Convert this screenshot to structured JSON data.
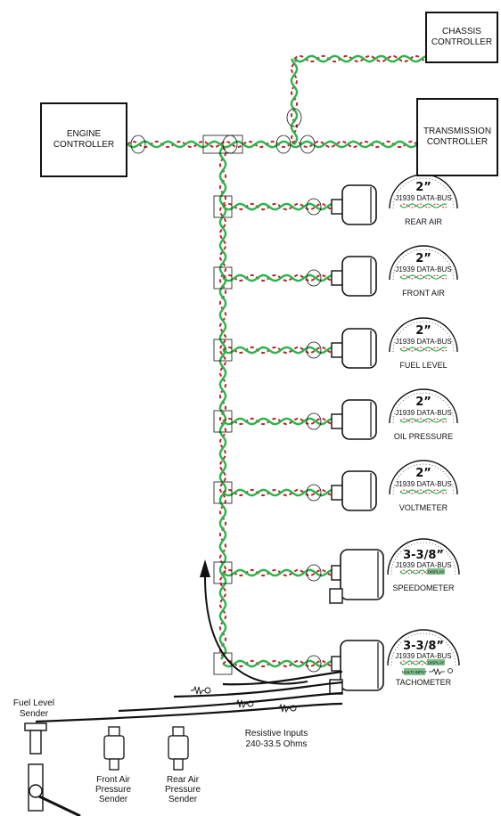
{
  "controllers": {
    "chassis": [
      "CHASSIS",
      "CONTROLLER"
    ],
    "engine": [
      "ENGINE",
      "CONTROLLER"
    ],
    "transmission": [
      "TRANSMISSION",
      "CONTROLLER"
    ]
  },
  "gauges": [
    {
      "size": "2”",
      "bus": "J1939 DATA-BUS",
      "name": "REAR AIR"
    },
    {
      "size": "2”",
      "bus": "J1939 DATA-BUS",
      "name": "FRONT AIR"
    },
    {
      "size": "2”",
      "bus": "J1939 DATA-BUS",
      "name": "FUEL LEVEL"
    },
    {
      "size": "2”",
      "bus": "J1939 DATA-BUS",
      "name": "OIL PRESSURE"
    },
    {
      "size": "2”",
      "bus": "J1939 DATA-BUS",
      "name": "VOLTMETER"
    },
    {
      "size": "3-3/8”",
      "bus": "J1939 DATA-BUS",
      "name": "SPEEDOMETER",
      "badge": "DISPLAY"
    },
    {
      "size": "3-3/8”",
      "bus": "J1939 DATA-BUS",
      "name": "TACHOMETER",
      "badge": "DISPLAY",
      "extra": "MULTI-INPUT"
    }
  ],
  "senders": {
    "fuel_level": [
      "Fuel Level",
      "Sender"
    ],
    "front_air": [
      "Front Air",
      "Pressure",
      "Sender"
    ],
    "rear_air": [
      "Rear Air",
      "Pressure",
      "Sender"
    ]
  },
  "resistive_note": [
    "Resistive Inputs",
    "240-33.5 Ohms"
  ],
  "colors": {
    "green": "#2db34a",
    "red": "#b5282a",
    "ink": "#111111"
  }
}
